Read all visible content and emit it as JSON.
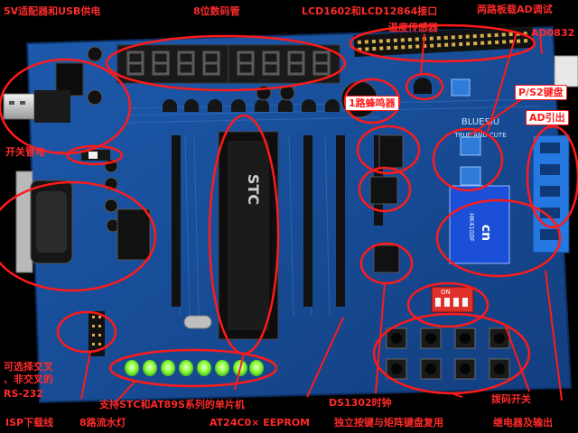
{
  "annotations": {
    "usb_power": "5V适配器和USB供电",
    "seg_display": "8位数码管",
    "lcd_port": "LCD1602和LCD12864接口",
    "ad_adjust": "两路板载AD调试",
    "temp_sensor": "温度传感器",
    "ad0832": "AD0832",
    "ps2": "P/S2键盘",
    "ad_out": "AD引出",
    "buzzer": "1路蜂鸣器",
    "power_switch": "开关管电",
    "rs232_line1": "可选择交叉",
    "rs232_line2": "、非交叉的",
    "rs232_line3": "RS-232",
    "isp": "ISP下载线",
    "leds": "8路流水灯",
    "mcu": "支持STC和AT89S系列的单片机",
    "ds1302": "DS1302时钟",
    "dip_switch": "拨码开关",
    "eeprom": "AT24C0× EEPROM",
    "keys": "独立按键与矩阵键盘复用",
    "relay_out": "继电器及输出"
  },
  "board": {
    "chip_brand": "STC",
    "brand": "BLUESIU",
    "slogan": "TRUE AND CUTE",
    "relay_brand": "cn",
    "relay_model": "HK4100F",
    "dip_label": "ON"
  },
  "colors": {
    "pcb": "#1a4f9c",
    "annotation": "#ff2020",
    "led": "#7cff3a"
  }
}
